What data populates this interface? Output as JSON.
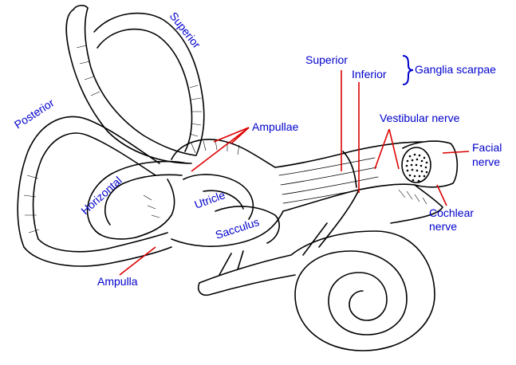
{
  "labels": {
    "superior_canal": "Superior",
    "posterior_canal": "Posterior",
    "horizontal_canal": "Horizontal",
    "ampullae": "Ampullae",
    "utricle": "Utricle",
    "sacculus": "Sacculus",
    "ampulla": "Ampulla",
    "superior_ganglion": "Superior",
    "inferior_ganglion": "Inferior",
    "ganglia_scarpae": "Ganglia scarpae",
    "vestibular_nerve": "Vestibular nerve",
    "facial_nerve_line1": "Facial",
    "facial_nerve_line2": "nerve",
    "cochlear_nerve_line1": "Cochlear",
    "cochlear_nerve_line2": "nerve"
  },
  "colors": {
    "label_text": "#0000cc",
    "leader_line": "#dd0000",
    "ink": "#000000",
    "background": "#ffffff"
  }
}
